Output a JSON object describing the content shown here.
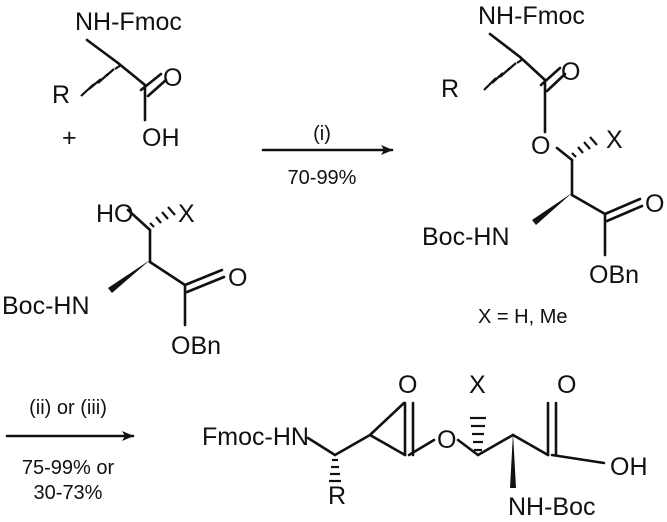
{
  "reactant_acid": {
    "amine_label": "NH-Fmoc",
    "r_label": "R",
    "carbonyl_o": "O",
    "hydroxyl": "OH"
  },
  "plus_sign": "+",
  "reactant_serine": {
    "hydroxyl": "HO",
    "x_label": "X",
    "amine_label": "Boc-HN",
    "carbonyl_o": "O",
    "ester_label": "OBn"
  },
  "step1": {
    "reagent": "(i)",
    "yield": "70-99%"
  },
  "ester_product": {
    "amine_label": "NH-Fmoc",
    "r_label": "R",
    "carbonyl_o": "O",
    "ester_o": "O",
    "x_label": "X",
    "amine2_label": "Boc-HN",
    "carbonyl2_o": "O",
    "ester_label": "OBn",
    "x_definition": "X = H, Me"
  },
  "step2": {
    "reagent": "(ii) or (iii)",
    "yield_line1": "75-99% or",
    "yield_line2": "30-73%"
  },
  "final_product": {
    "fmoc_label": "Fmoc-HN",
    "r_label": "R",
    "carbonyl_o": "O",
    "ester_o": "O",
    "x_label": "X",
    "acid_o": "O",
    "acid_oh": "OH",
    "boc_label": "NH-Boc"
  }
}
